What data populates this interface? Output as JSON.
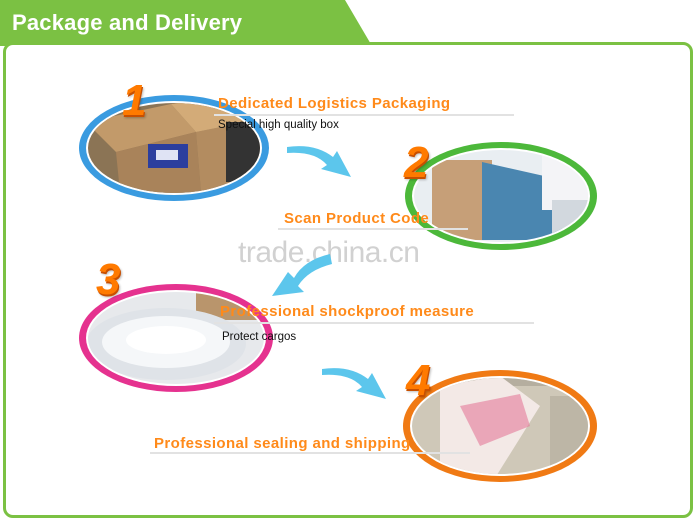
{
  "header": {
    "title": "Package and Delivery"
  },
  "watermark": {
    "text": "trade.china.cn"
  },
  "colors": {
    "brand_green": "#7bc143",
    "caption_orange": "#ff8a1a",
    "ring_blue": "#3a9be0",
    "ring_green": "#4cb83a",
    "ring_pink": "#e5328f",
    "ring_orange": "#f07a14",
    "arrow_blue": "#5cc6ec"
  },
  "steps": [
    {
      "number": "1",
      "title": "Dedicated Logistics Packaging",
      "subtitle": "Special high quality box"
    },
    {
      "number": "2",
      "title": "Scan Product Code",
      "subtitle": ""
    },
    {
      "number": "3",
      "title": "Professional shockproof measure",
      "subtitle": "Protect cargos"
    },
    {
      "number": "4",
      "title": "Professional sealing and shipping",
      "subtitle": ""
    }
  ]
}
